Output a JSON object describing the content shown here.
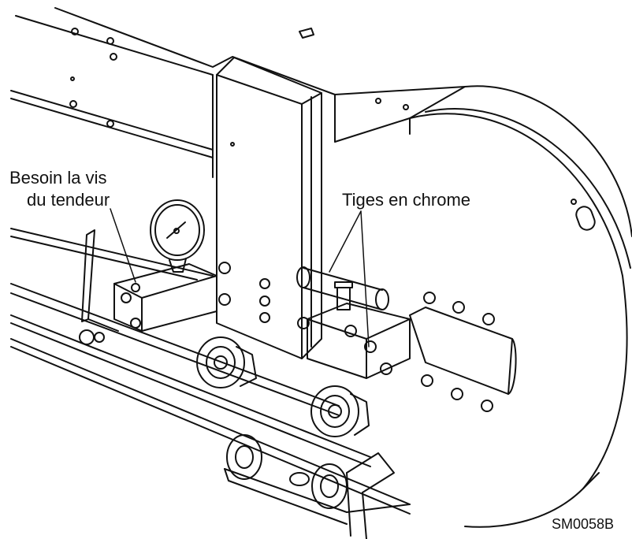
{
  "labels": {
    "tensioner_line1": "Besoin la vis",
    "tensioner_line2": "du tendeur",
    "chrome_rods": "Tiges en chrome",
    "figure_code": "SM0058B"
  },
  "colors": {
    "ink": "#111111",
    "background": "#ffffff"
  }
}
